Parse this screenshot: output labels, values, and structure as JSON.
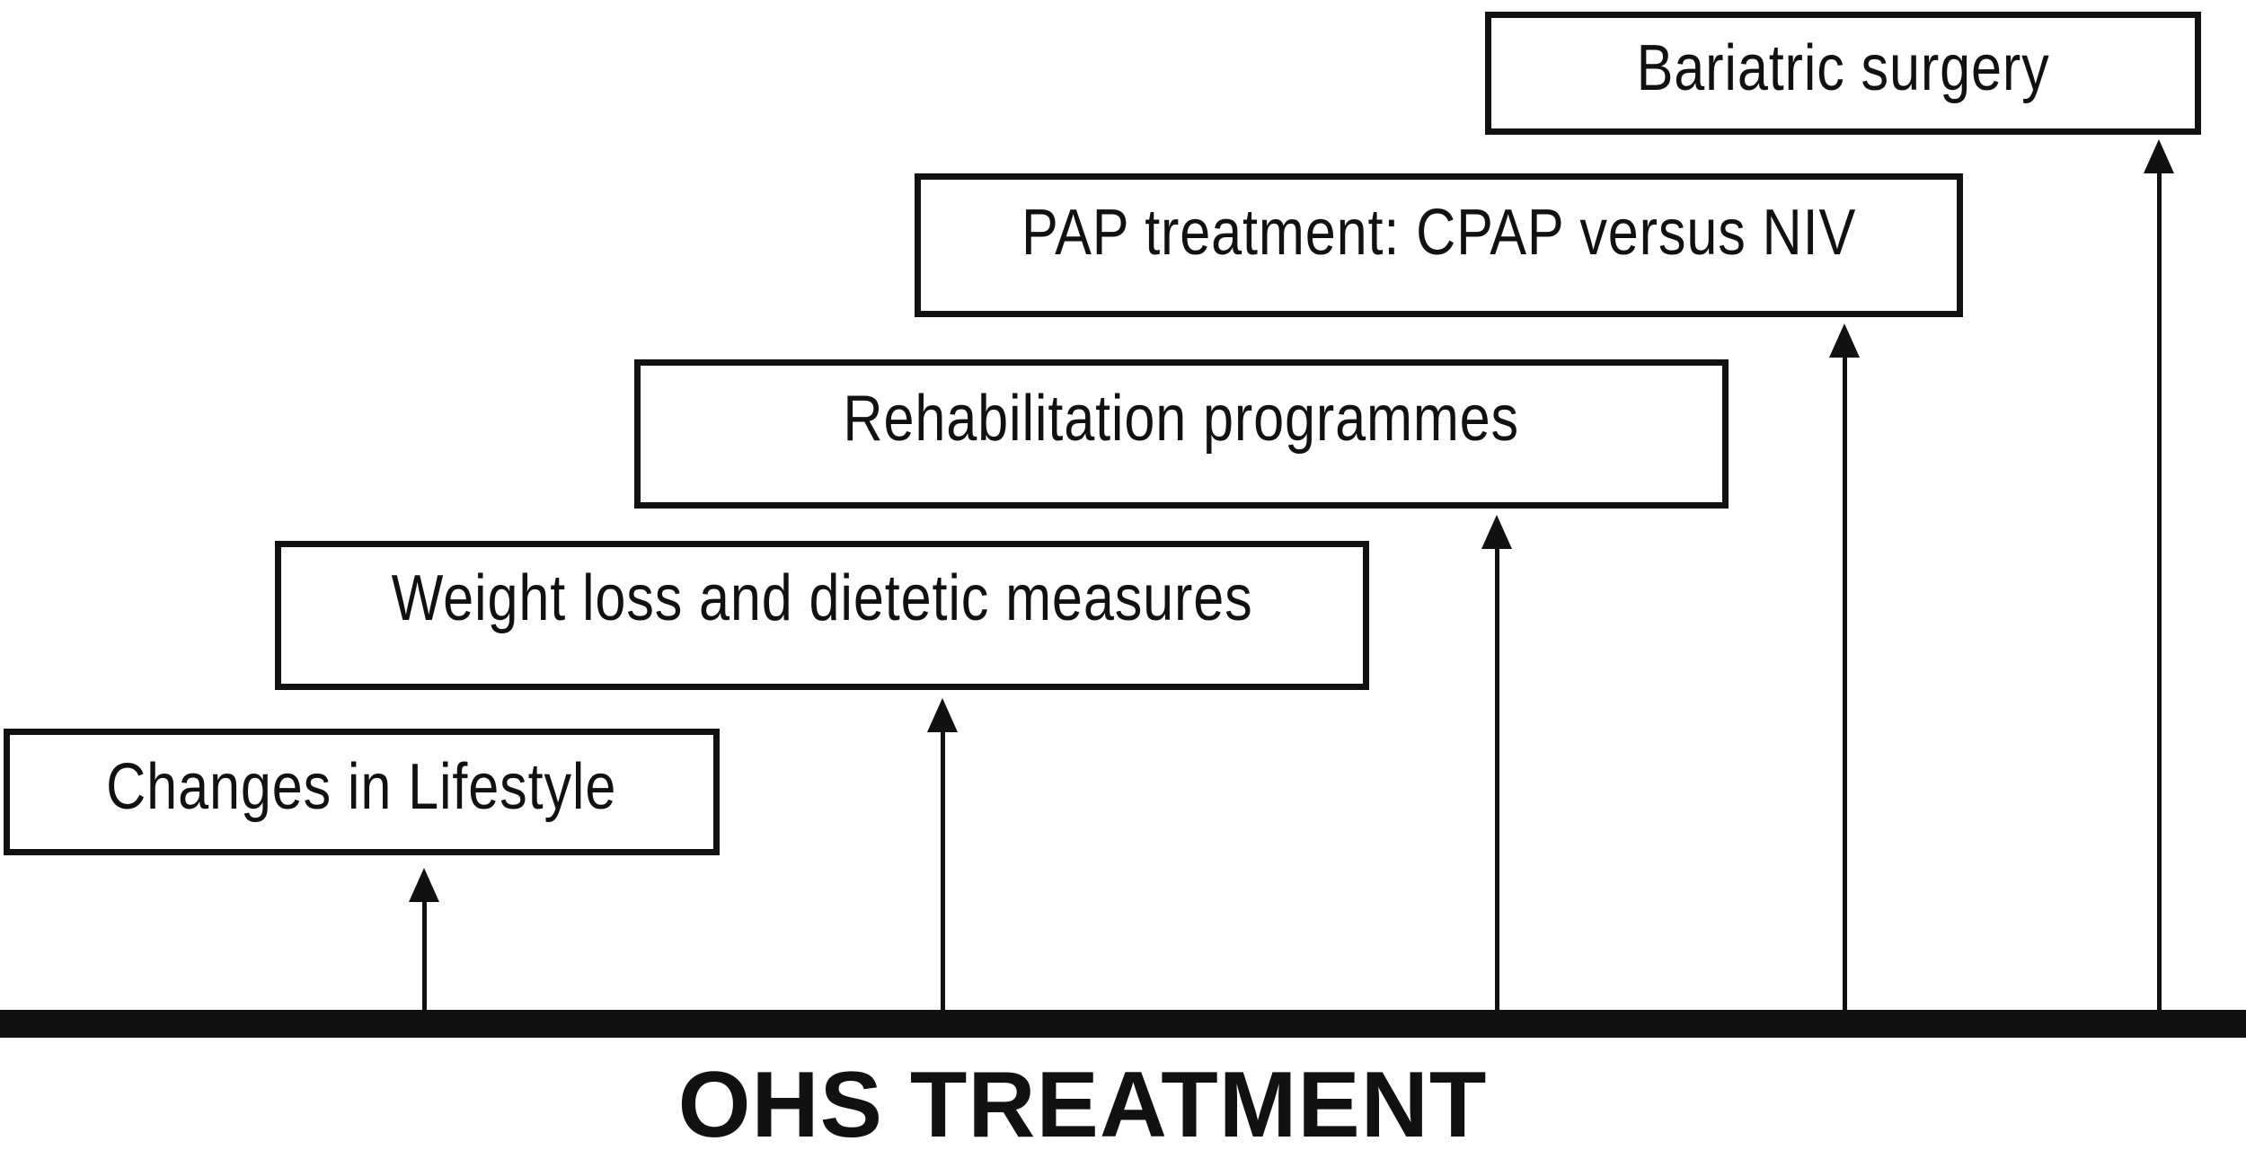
{
  "diagram": {
    "title": "OHS TREATMENT",
    "treatments": [
      {
        "label": "Changes in Lifestyle"
      },
      {
        "label": "Weight loss and dietetic measures"
      },
      {
        "label": "Rehabilitation programmes"
      },
      {
        "label": "PAP treatment: CPAP versus NIV"
      },
      {
        "label": "Bariatric surgery"
      }
    ]
  },
  "colors": {
    "ink": "#111111",
    "background": "#ffffff"
  }
}
